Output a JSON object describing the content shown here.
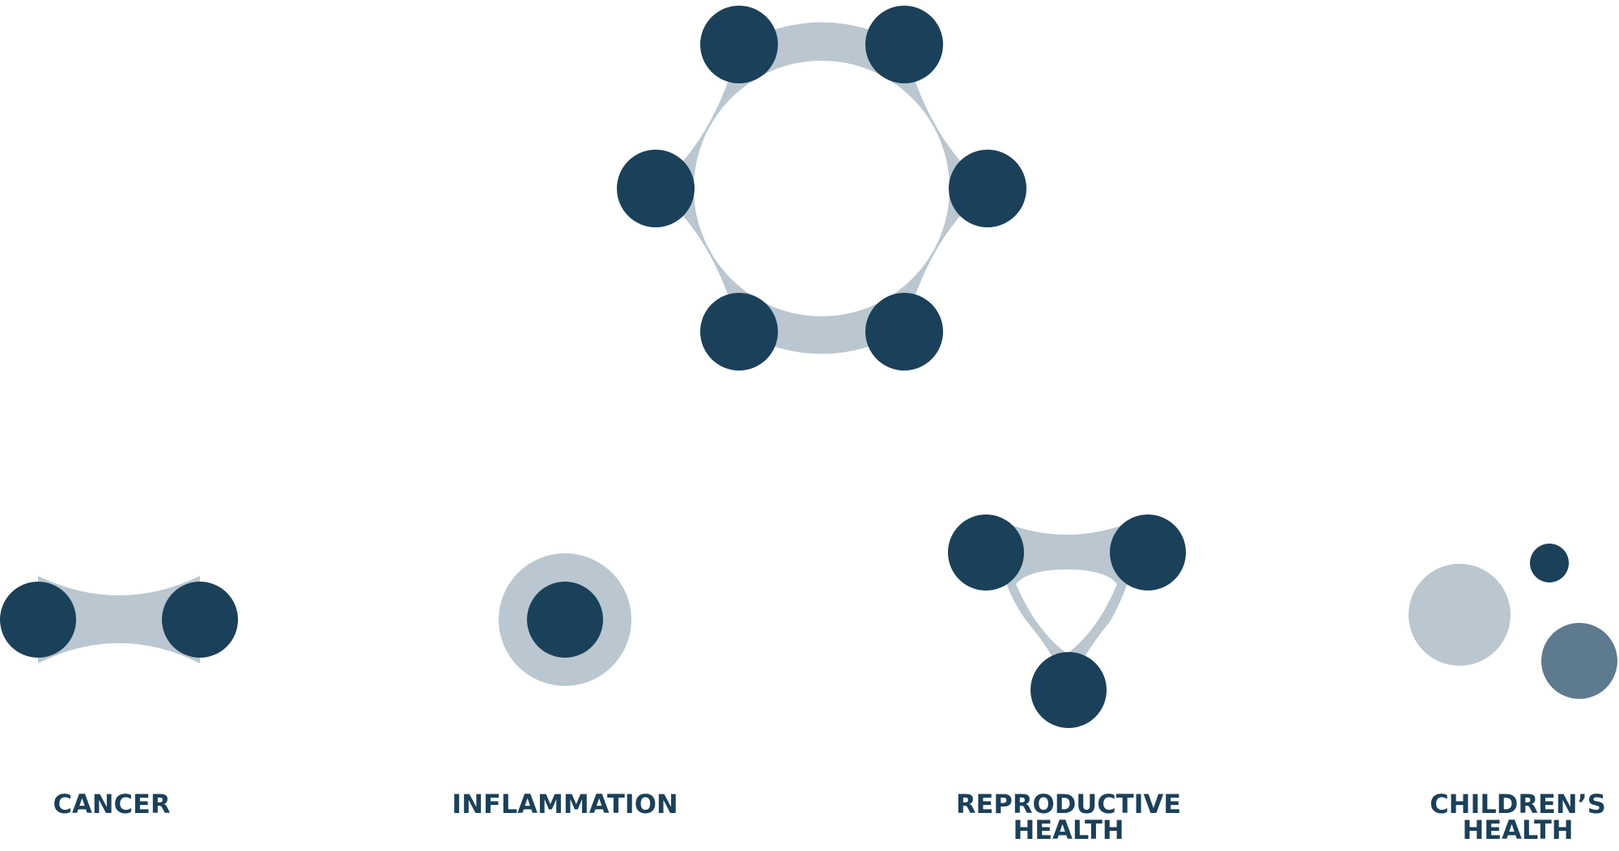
{
  "colors": {
    "dark_node": "#1b4059",
    "light_link": "#bac7d0",
    "medium_node": "#5e7a8e",
    "background": "#ffffff"
  },
  "categories": [
    {
      "id": "cancer",
      "lines": [
        "CANCER"
      ]
    },
    {
      "id": "inflammation",
      "lines": [
        "INFLAMMATION"
      ]
    },
    {
      "id": "reproductive",
      "lines": [
        "REPRODUCTIVE",
        "HEALTH"
      ]
    },
    {
      "id": "childrens",
      "lines": [
        "CHILDREN’S",
        "HEALTH"
      ]
    }
  ]
}
